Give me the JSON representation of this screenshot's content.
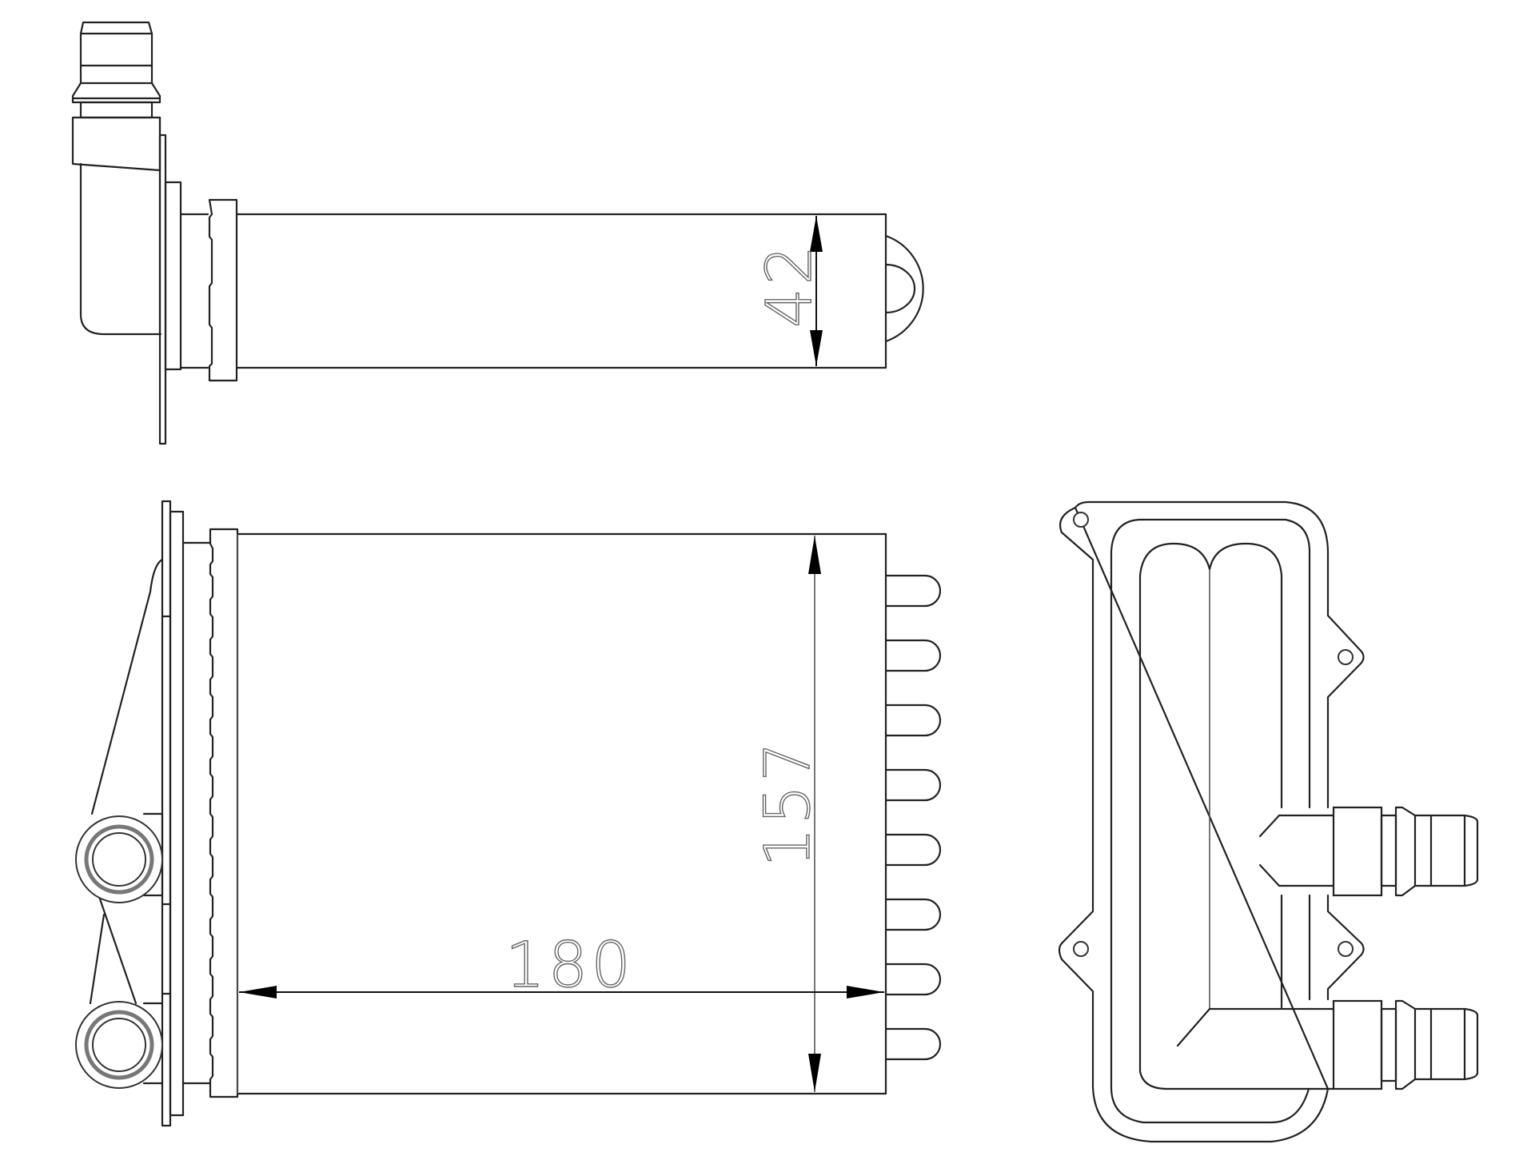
{
  "drawing": {
    "subject": "heater core technical drawing",
    "views": [
      "top-view",
      "front-view",
      "side-view"
    ],
    "line_color": "#222222",
    "background": "#ffffff"
  },
  "dimensions": {
    "depth": {
      "value": "42",
      "orientation": "vertical",
      "view": "top-view"
    },
    "height": {
      "value": "157",
      "orientation": "vertical",
      "view": "front-view"
    },
    "width": {
      "value": "180",
      "orientation": "horizontal",
      "view": "front-view"
    }
  },
  "features": {
    "front_view_tube_tabs": 8,
    "front_view_inlet_rings": 2,
    "side_view_ports": 2,
    "side_view_mount_holes": 4,
    "top_view_loop": 1
  }
}
